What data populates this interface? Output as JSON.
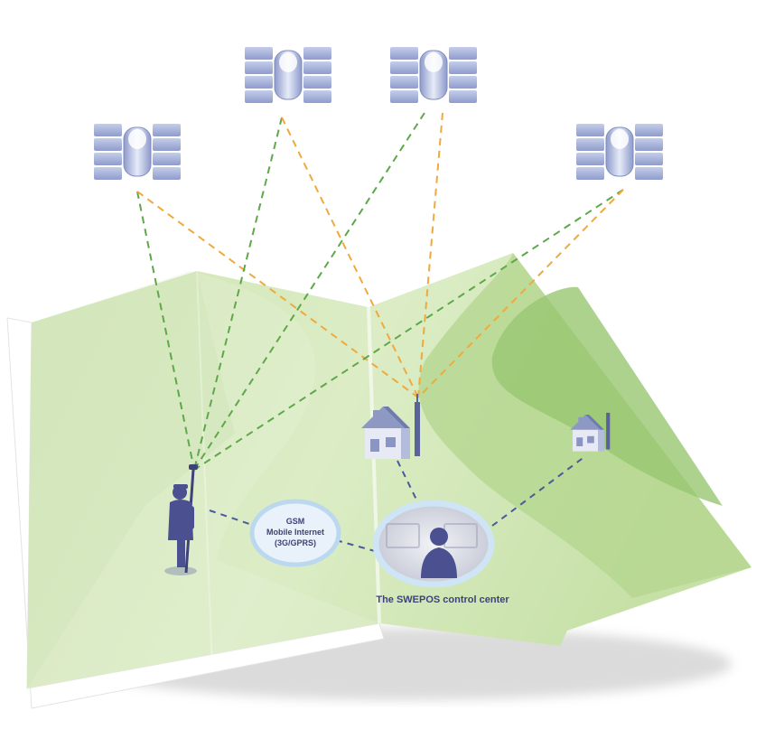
{
  "labels": {
    "gsm_line1": "GSM",
    "gsm_line2": "Mobile Internet",
    "gsm_line3": "(3G/GPRS)",
    "control_center": "The SWEPOS control center"
  },
  "icons": {
    "satellites": [
      "satellite-icon",
      "satellite-icon",
      "satellite-icon",
      "satellite-icon"
    ],
    "reference_stations": [
      "house-icon",
      "house-icon"
    ],
    "rover": "surveyor-icon",
    "operator": "operator-icon"
  },
  "colors": {
    "gnss_signal_green": "#5ea84a",
    "gnss_signal_orange": "#f0a93c",
    "data_link_blue": "#4a5a9a",
    "map_light": "#cfe5b3",
    "map_dark": "#8fc56a",
    "figure": "#4a5090",
    "satellite": "#a9b5d8"
  }
}
